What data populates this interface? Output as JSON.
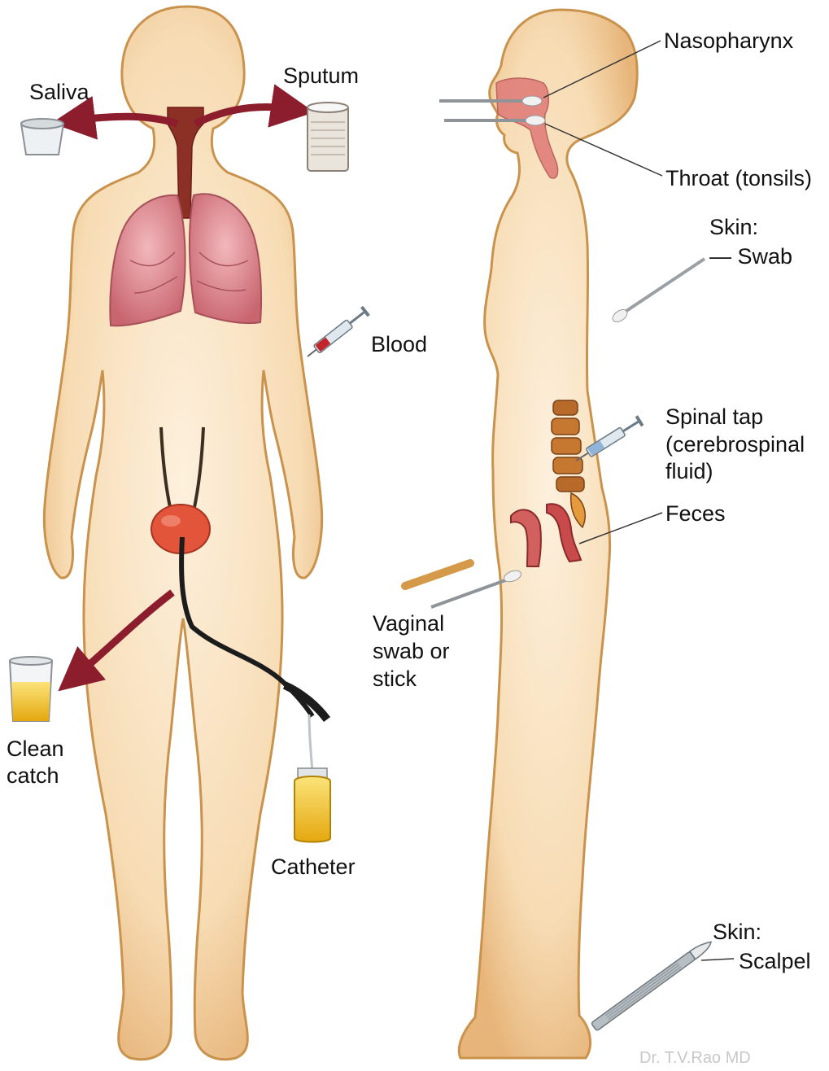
{
  "labels": {
    "saliva": "Saliva",
    "sputum": "Sputum",
    "blood": "Blood",
    "clean_catch": [
      "Clean",
      "catch"
    ],
    "catheter": "Catheter",
    "nasopharynx": "Nasopharynx",
    "throat": "Throat (tonsils)",
    "skin_swab": [
      "Skin:",
      "— Swab"
    ],
    "spinal_tap": [
      "Spinal tap",
      "(cerebrospinal",
      "fluid)"
    ],
    "feces": "Feces",
    "vaginal": [
      "Vaginal",
      "swab or",
      "stick"
    ],
    "skin_scalpel": [
      "Skin:",
      "Scalpel"
    ]
  },
  "watermark": "Dr. T.V.Rao MD",
  "colors": {
    "skin": "#f7dcb4",
    "skin_edge": "#c9934e",
    "lung": "#e4959c",
    "arrow": "#8c1d2c",
    "urine": "#f0c419",
    "bladder": "#e2553a"
  }
}
